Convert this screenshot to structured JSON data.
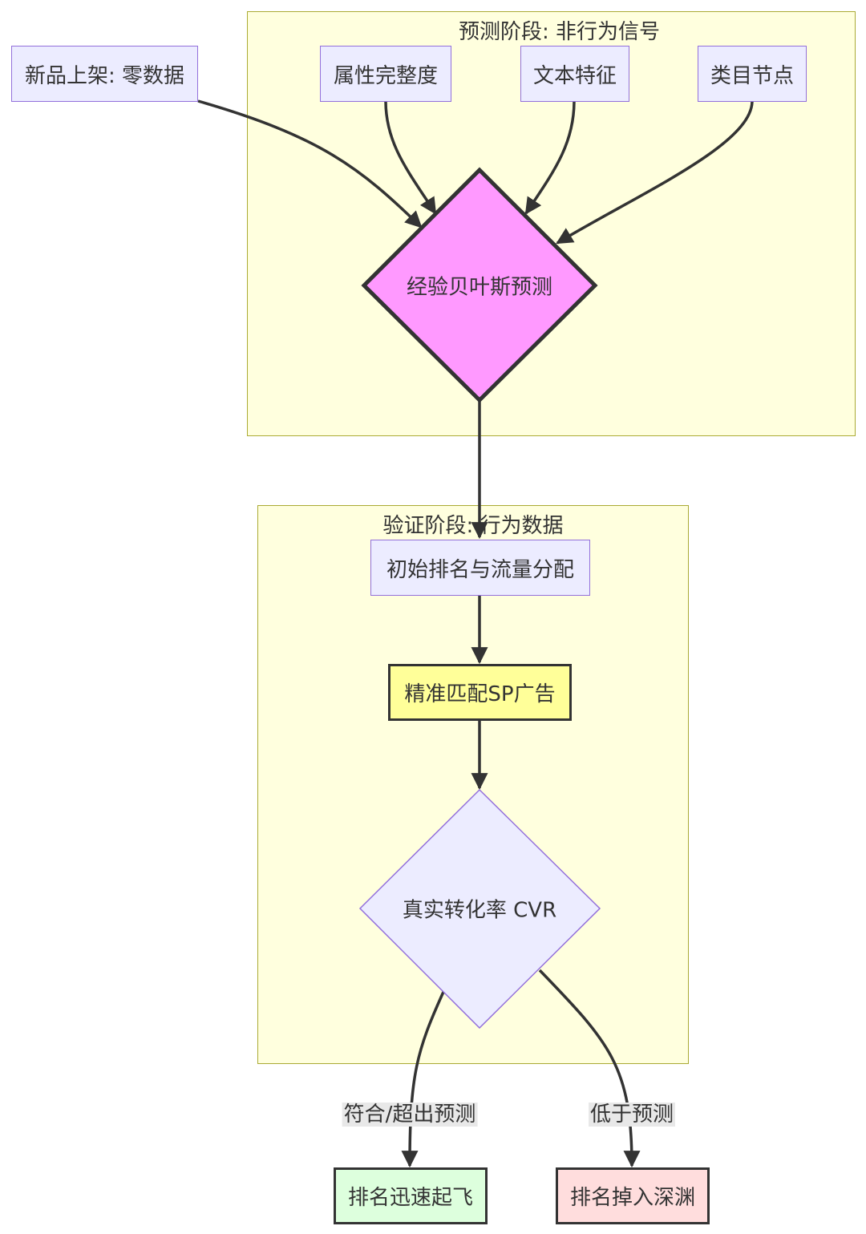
{
  "clusters": {
    "prediction": "预测阶段: 非行为信号",
    "validation": "验证阶段: 行为数据"
  },
  "nodes": {
    "new_listing": "新品上架: 零数据",
    "attributes": "属性完整度",
    "text_features": "文本特征",
    "category_node": "类目节点",
    "bayes": "经验贝叶斯预测",
    "initial_rank": "初始排名与流量分配",
    "sp_ads": "精准匹配SP广告",
    "cvr": "真实转化率 CVR",
    "takeoff": "排名迅速起飞",
    "abyss": "排名掉入深渊"
  },
  "edge_labels": {
    "meets": "符合/超出预测",
    "below": "低于预测"
  },
  "colors": {
    "bayes_fill": "#ff99ff",
    "sp_fill": "#ffff99",
    "takeoff_fill": "#ddffdd",
    "abyss_fill": "#ffdddd",
    "default_fill": "#ececff",
    "cluster_fill": "#ffffde"
  }
}
